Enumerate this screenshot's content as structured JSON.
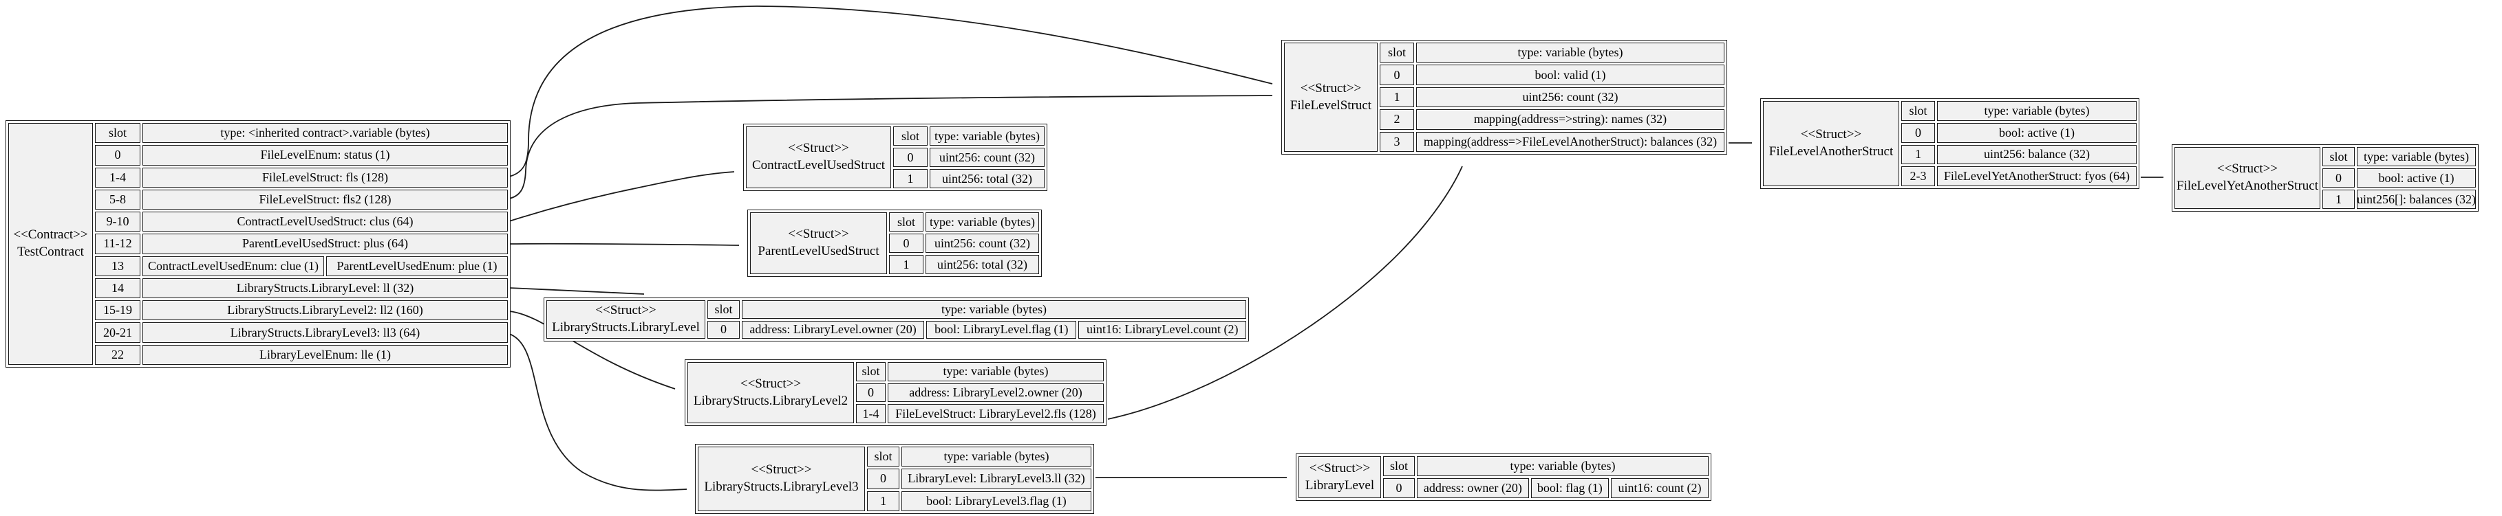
{
  "diagram": {
    "background": "#ffffff",
    "node_fill": "#f1f1f1",
    "border_color": "#1b1b1b",
    "edge_color": "#1b1b1b",
    "tables": [
      {
        "id": "testcontract",
        "stereotype": "<<Contract>>",
        "name": "TestContract",
        "slot_header": "slot",
        "type_header": "type: <inherited contract>.variable (bytes)",
        "rows": [
          {
            "slot": "0",
            "cells": [
              "FileLevelEnum: status (1)"
            ]
          },
          {
            "slot": "1-4",
            "cells": [
              "FileLevelStruct: fls (128)"
            ]
          },
          {
            "slot": "5-8",
            "cells": [
              "FileLevelStruct: fls2 (128)"
            ]
          },
          {
            "slot": "9-10",
            "cells": [
              "ContractLevelUsedStruct: clus (64)"
            ]
          },
          {
            "slot": "11-12",
            "cells": [
              "ParentLevelUsedStruct: plus (64)"
            ]
          },
          {
            "slot": "13",
            "cells": [
              "ContractLevelUsedEnum: clue (1)",
              "ParentLevelUsedEnum: plue (1)"
            ]
          },
          {
            "slot": "14",
            "cells": [
              "LibraryStructs.LibraryLevel: ll (32)"
            ]
          },
          {
            "slot": "15-19",
            "cells": [
              "LibraryStructs.LibraryLevel2: ll2 (160)"
            ]
          },
          {
            "slot": "20-21",
            "cells": [
              "LibraryStructs.LibraryLevel3: ll3 (64)"
            ]
          },
          {
            "slot": "22",
            "cells": [
              "LibraryLevelEnum: lle (1)"
            ]
          }
        ]
      },
      {
        "id": "contractlevelusedstruct",
        "stereotype": "<<Struct>>",
        "name": "ContractLevelUsedStruct",
        "slot_header": "slot",
        "type_header": "type: variable (bytes)",
        "rows": [
          {
            "slot": "0",
            "cells": [
              "uint256: count (32)"
            ]
          },
          {
            "slot": "1",
            "cells": [
              "uint256: total (32)"
            ]
          }
        ]
      },
      {
        "id": "parentlevelusedstruct",
        "stereotype": "<<Struct>>",
        "name": "ParentLevelUsedStruct",
        "slot_header": "slot",
        "type_header": "type: variable (bytes)",
        "rows": [
          {
            "slot": "0",
            "cells": [
              "uint256: count (32)"
            ]
          },
          {
            "slot": "1",
            "cells": [
              "uint256: total (32)"
            ]
          }
        ]
      },
      {
        "id": "librarylevel",
        "stereotype": "<<Struct>>",
        "name": "LibraryStructs.LibraryLevel",
        "slot_header": "slot",
        "type_header": "type: variable (bytes)",
        "rows": [
          {
            "slot": "0",
            "cells": [
              "address: LibraryLevel.owner (20)",
              "bool: LibraryLevel.flag (1)",
              "uint16: LibraryLevel.count (2)"
            ]
          }
        ]
      },
      {
        "id": "librarylevel2",
        "stereotype": "<<Struct>>",
        "name": "LibraryStructs.LibraryLevel2",
        "slot_header": "slot",
        "type_header": "type: variable (bytes)",
        "rows": [
          {
            "slot": "0",
            "cells": [
              "address: LibraryLevel2.owner (20)"
            ]
          },
          {
            "slot": "1-4",
            "cells": [
              "FileLevelStruct: LibraryLevel2.fls (128)"
            ]
          }
        ]
      },
      {
        "id": "librarylevel3",
        "stereotype": "<<Struct>>",
        "name": "LibraryStructs.LibraryLevel3",
        "slot_header": "slot",
        "type_header": "type: variable (bytes)",
        "rows": [
          {
            "slot": "0",
            "cells": [
              "LibraryLevel: LibraryLevel3.ll (32)"
            ]
          },
          {
            "slot": "1",
            "cells": [
              "bool: LibraryLevel3.flag (1)"
            ]
          }
        ]
      },
      {
        "id": "librarylevel-plain",
        "stereotype": "<<Struct>>",
        "name": "LibraryLevel",
        "slot_header": "slot",
        "type_header": "type: variable (bytes)",
        "rows": [
          {
            "slot": "0",
            "cells": [
              "address: owner (20)",
              "bool: flag (1)",
              "uint16: count (2)"
            ]
          }
        ]
      },
      {
        "id": "filelevelstruct",
        "stereotype": "<<Struct>>",
        "name": "FileLevelStruct",
        "slot_header": "slot",
        "type_header": "type: variable (bytes)",
        "rows": [
          {
            "slot": "0",
            "cells": [
              "bool: valid (1)"
            ]
          },
          {
            "slot": "1",
            "cells": [
              "uint256: count (32)"
            ]
          },
          {
            "slot": "2",
            "cells": [
              "mapping(address=>string): names (32)"
            ]
          },
          {
            "slot": "3",
            "cells": [
              "mapping(address=>FileLevelAnotherStruct): balances (32)"
            ]
          }
        ]
      },
      {
        "id": "filelevelanotherstruct",
        "stereotype": "<<Struct>>",
        "name": "FileLevelAnotherStruct",
        "slot_header": "slot",
        "type_header": "type: variable (bytes)",
        "rows": [
          {
            "slot": "0",
            "cells": [
              "bool: active (1)"
            ]
          },
          {
            "slot": "1",
            "cells": [
              "uint256: balance (32)"
            ]
          },
          {
            "slot": "2-3",
            "cells": [
              "FileLevelYetAnotherStruct: fyos (64)"
            ]
          }
        ]
      },
      {
        "id": "filelevelyetanotherstruct",
        "stereotype": "<<Struct>>",
        "name": "FileLevelYetAnotherStruct",
        "slot_header": "slot",
        "type_header": "type: variable (bytes)",
        "rows": [
          {
            "slot": "0",
            "cells": [
              "bool: active (1)"
            ]
          },
          {
            "slot": "1",
            "cells": [
              "uint256[]: balances (32)"
            ]
          }
        ]
      }
    ]
  }
}
